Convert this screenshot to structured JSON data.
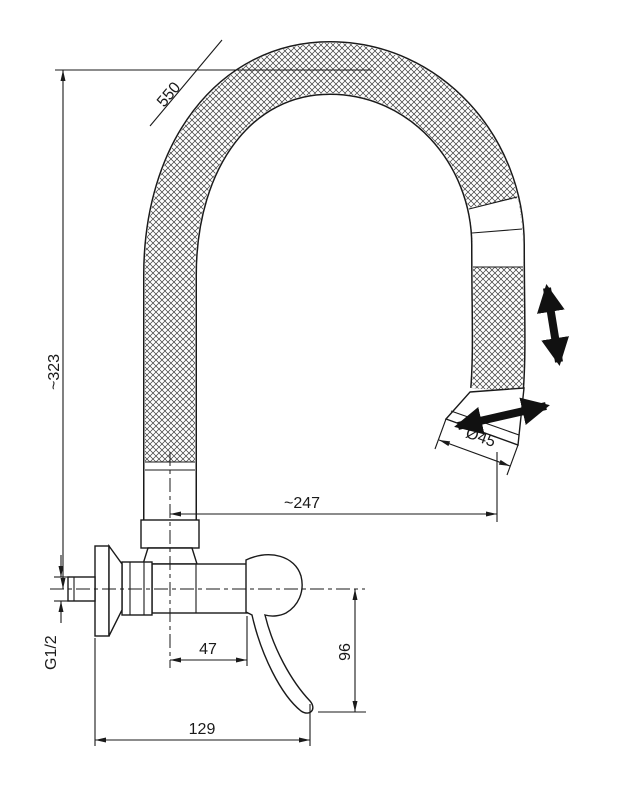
{
  "title": "Wall-mounted kitchen mixer tap with flexible spout - technical drawing",
  "dimensions": {
    "hose_length": "550",
    "height_to_spout_top": "~323",
    "spout_reach": "~247",
    "spout_diameter": "Ø45",
    "connection_thread": "G1/2",
    "body_offset": "47",
    "handle_drop": "96",
    "overall_depth": "129"
  },
  "icons": {
    "swivel_arrow": "flex-swivel-double-arrow",
    "pull_arrow": "pull-out-double-arrow"
  },
  "colors": {
    "line": "#1a1a1a",
    "background": "#ffffff"
  }
}
